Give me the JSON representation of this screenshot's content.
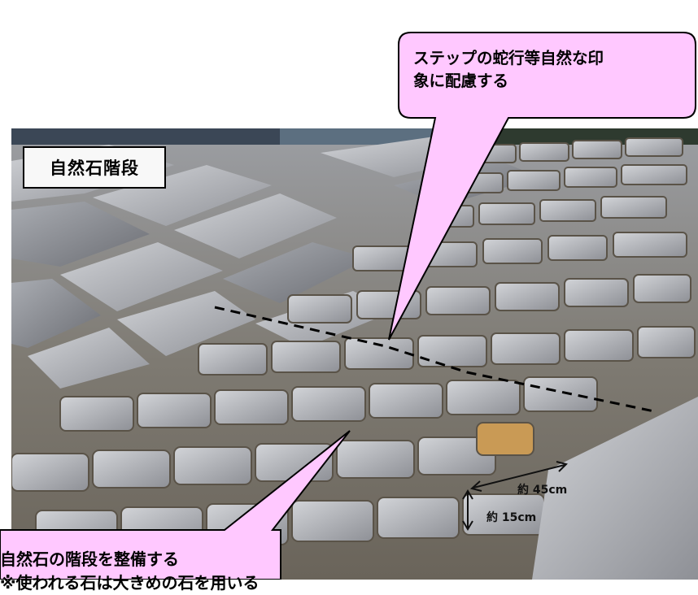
{
  "title_label": "自然石階段",
  "callout_top": {
    "line1": "ステップの蛇行等自然な印",
    "line2": "象に配慮する"
  },
  "callout_bottom": {
    "line1": "自然石の階段を整備する",
    "line2": "※使われる石は大きめの石を用いる"
  },
  "dimensions": {
    "width_label": "約 45cm",
    "height_label": "約 15cm"
  },
  "colors": {
    "callout_fill": "#ffc8ff",
    "callout_stroke": "#000000",
    "stone_light": "#b9bcc2",
    "stone_dark": "#6f7177",
    "mortar": "#5a5348",
    "tan_stone": "#c99a55"
  }
}
